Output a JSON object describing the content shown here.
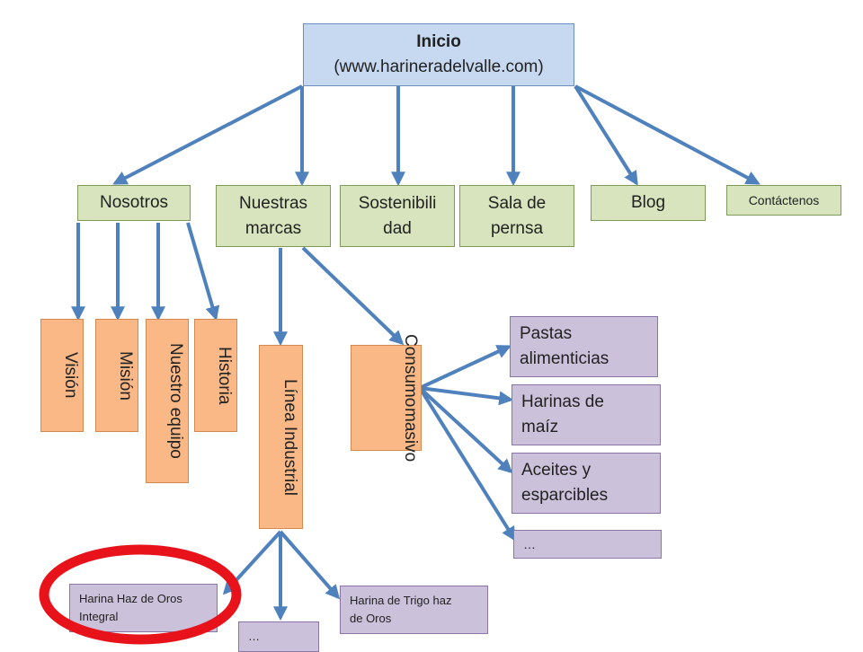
{
  "root": {
    "title": "Inicio",
    "url": "(www.harineradelvalle.com)"
  },
  "level1": {
    "nosotros": "Nosotros",
    "marcas": "Nuestras marcas",
    "sostenibilidad": "Sostenibili dad",
    "sala": "Sala de pernsa",
    "blog": "Blog",
    "contacto": "Contáctenos"
  },
  "nosotros_children": {
    "vision": "Visión",
    "mision": "Misión",
    "equipo": "Nuestro equipo",
    "historia": "Historia"
  },
  "marcas_children": {
    "industrial": "Línea Industrial",
    "consumo_line1": "Consumo",
    "consumo_line2": "masivo"
  },
  "consumo_children": {
    "pastas": "Pastas alimenticias",
    "harinas_maiz": "Harinas de maíz",
    "aceites": "Aceites y esparcibles",
    "more": "…"
  },
  "industrial_children": {
    "haz_integral": "Harina Haz de Oros Integral",
    "more": "…",
    "trigo": "Harina de Trigo haz de Oros"
  },
  "colors": {
    "root": "#c6d9f1",
    "level1": "#d7e4bd",
    "level2": "#f9b886",
    "leaf": "#ccc1da",
    "arrow": "#4f81bd",
    "highlight": "#e8121b"
  }
}
